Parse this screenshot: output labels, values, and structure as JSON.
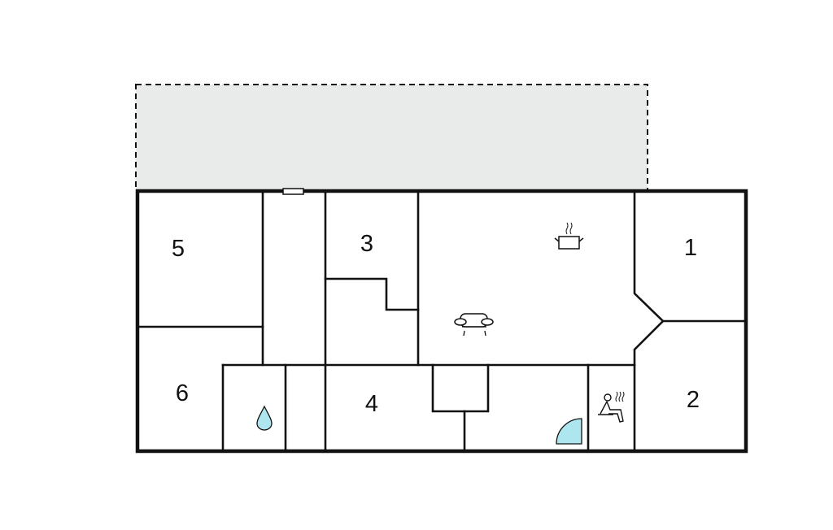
{
  "floorplan": {
    "rooms": [
      {
        "id": "room-1",
        "label": "1"
      },
      {
        "id": "room-2",
        "label": "2"
      },
      {
        "id": "room-3",
        "label": "3"
      },
      {
        "id": "room-4",
        "label": "4"
      },
      {
        "id": "room-5",
        "label": "5"
      },
      {
        "id": "room-6",
        "label": "6"
      }
    ],
    "icons": [
      "kitchen-pot-icon",
      "sofa-icon",
      "water-drop-icon",
      "shower-icon",
      "sauna-icon"
    ],
    "colors": {
      "terrace": "#e9ebeb",
      "fixture": "#aee6f0",
      "wall": "#111111"
    }
  }
}
